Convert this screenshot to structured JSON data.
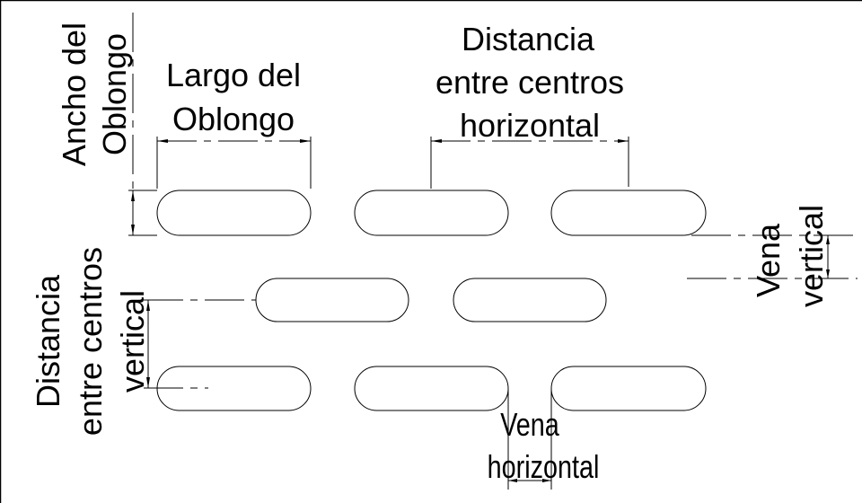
{
  "labels": {
    "largo": [
      "Largo del",
      "Oblongo"
    ],
    "ancho": [
      "Ancho del",
      "Oblongo"
    ],
    "dist_horizontal": [
      "Distancia",
      "entre centros",
      "horizontal"
    ],
    "dist_vertical": [
      "Distancia",
      "entre centros",
      "vertical"
    ],
    "vena_vertical": [
      "Vena",
      "vertical"
    ],
    "vena_horizontal": [
      "Vena",
      "horizontal"
    ]
  }
}
